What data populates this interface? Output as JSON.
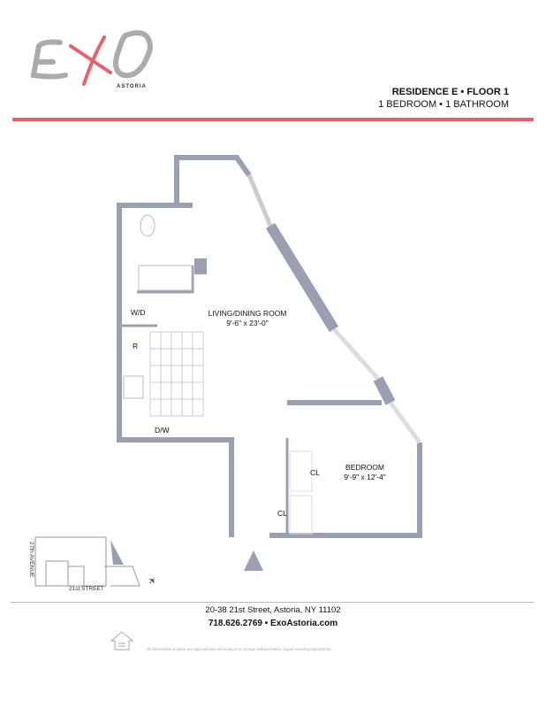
{
  "logo": {
    "text": "EXO",
    "subtext": "ASTORIA",
    "colors": {
      "gray": "#a9abb0",
      "red": "#e8606c"
    }
  },
  "header": {
    "residence": "RESIDENCE E • FLOOR 1",
    "layout": "1 BEDROOM • 1 BATHROOM"
  },
  "accent_color": "#e8606c",
  "plan": {
    "wall_color": "#9aa0b2",
    "rooms": [
      {
        "name": "LIVING/DINING ROOM",
        "dimensions": "9'-6\" x 23'-0\""
      },
      {
        "name": "BEDROOM",
        "dimensions": "9'-9\" x 12'-4\""
      }
    ],
    "fixtures": {
      "washer_dryer": "W/D",
      "refrigerator": "R",
      "dishwasher": "D/W",
      "closet1": "CL",
      "closet2": "CL"
    }
  },
  "key_plan": {
    "street": "21st STREET",
    "avenue": "27th AVENUE"
  },
  "footer": {
    "address": "20-38 21st Street, Astoria, NY 11102",
    "contact": "718.626.2769 • ExoAstoria.com",
    "disclaimer": "All dimensions & plans are approximate and subject to change without notice. Equal Housing Opportunity."
  }
}
